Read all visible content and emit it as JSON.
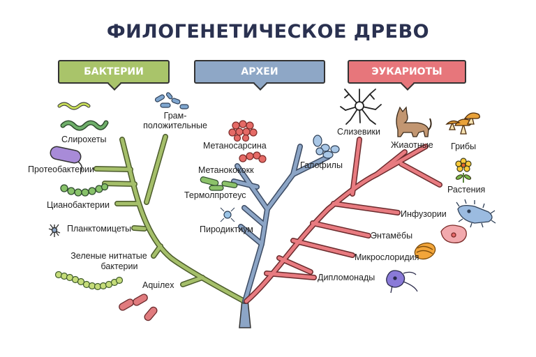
{
  "title": "ФИЛОГЕНЕТИЧЕСКОЕ ДРЕВО",
  "groups": {
    "bacteria": {
      "label": "БАКТЕРИИ",
      "color": "#a9c46a",
      "branch_color": "#a5bf6a"
    },
    "archaea": {
      "label": "АРХЕИ",
      "color": "#8ea7c6",
      "branch_color": "#8ca5c6"
    },
    "eukaryotes": {
      "label": "ЭУКАРИОТЫ",
      "color": "#e7767b",
      "branch_color": "#e87b80"
    }
  },
  "bacteria_labels": {
    "spirochetes": "Слирохеты",
    "gram_positive_1": "Грам-",
    "gram_positive_2": "положительные",
    "proteobacteria": "Протеобактерии",
    "cyanobacteria": "Цианобактерии",
    "planctomycetes": "Планктомицеты",
    "green_filamentous_1": "Зеленые нитнатые",
    "green_filamentous_2": "бактерии",
    "aquifex": "Aquiлex"
  },
  "archaea_labels": {
    "methanosarcina": "Метаносарсина",
    "methanococcus": "Метанокококк",
    "thermoproteus": "Термолпротеус",
    "pyrodictium": "Пиродиктиум",
    "halophiles": "Галофилы"
  },
  "eukaryote_labels": {
    "slime_molds": "Слизевики",
    "animals": "Жиаотные",
    "fungi": "Грибы",
    "plants": "Растения",
    "ciliates": "Инфузории",
    "entamoebae": "Энтамёбы",
    "microsporidia": "Микрослоридия",
    "diplomonads": "Дипломонады"
  },
  "icons": [
    "spirochete-icon",
    "gram-positive-icon",
    "proteobacterium-icon",
    "cyanobacterium-icon",
    "planctomycete-icon",
    "green-filament-icon",
    "aquifex-icon",
    "methanosarcina-icon",
    "methanococcus-icon",
    "thermoproteus-icon",
    "pyrodictium-icon",
    "halophile-icon",
    "slime-mold-icon",
    "cat-icon",
    "mushroom-icon",
    "flower-icon",
    "ciliate-icon",
    "entamoeba-icon",
    "microsporidium-icon",
    "diplomonad-icon"
  ]
}
